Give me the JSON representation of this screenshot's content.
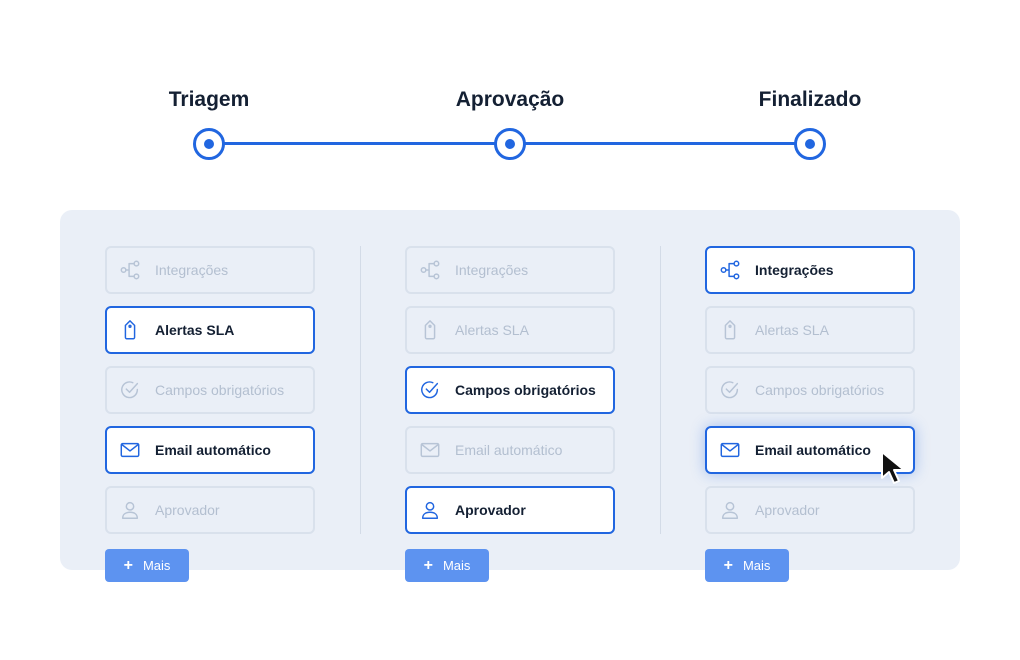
{
  "stages": [
    {
      "title": "Triagem"
    },
    {
      "title": "Aprovação"
    },
    {
      "title": "Finalizado"
    }
  ],
  "columns": [
    {
      "items": [
        {
          "label": "Integrações",
          "icon": "integration-icon",
          "active": false
        },
        {
          "label": "Alertas SLA",
          "icon": "tag-icon",
          "active": true
        },
        {
          "label": "Campos obrigatórios",
          "icon": "check-circle-icon",
          "active": false
        },
        {
          "label": "Email automático",
          "icon": "mail-icon",
          "active": true
        },
        {
          "label": "Aprovador",
          "icon": "user-icon",
          "active": false
        }
      ],
      "more_label": "Mais"
    },
    {
      "items": [
        {
          "label": "Integrações",
          "icon": "integration-icon",
          "active": false
        },
        {
          "label": "Alertas SLA",
          "icon": "tag-icon",
          "active": false
        },
        {
          "label": "Campos obrigatórios",
          "icon": "check-circle-icon",
          "active": true
        },
        {
          "label": "Email automático",
          "icon": "mail-icon",
          "active": false
        },
        {
          "label": "Aprovador",
          "icon": "user-icon",
          "active": true
        }
      ],
      "more_label": "Mais"
    },
    {
      "items": [
        {
          "label": "Integrações",
          "icon": "integration-icon",
          "active": true
        },
        {
          "label": "Alertas SLA",
          "icon": "tag-icon",
          "active": false
        },
        {
          "label": "Campos obrigatórios",
          "icon": "check-circle-icon",
          "active": false
        },
        {
          "label": "Email automático",
          "icon": "mail-icon",
          "active": true
        },
        {
          "label": "Aprovador",
          "icon": "user-icon",
          "active": false
        }
      ],
      "more_label": "Mais"
    }
  ],
  "colors": {
    "accent": "#2166e0",
    "button": "#5d93f0",
    "panel": "#eaeff7"
  }
}
